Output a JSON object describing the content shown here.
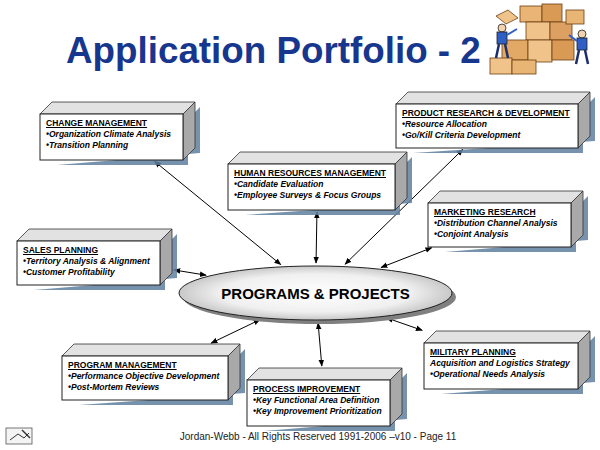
{
  "diagram": {
    "title": "Application Portfolio - 2",
    "nodes": [
      {
        "text": [
          "CHANGE MANAGEMENT",
          "•Organization Climate Analysis",
          "•Transition Planning"
        ]
      },
      {
        "text": [
          "PRODUCT RESEARCH & DEVELOPMENT",
          "•Resource Allocation",
          "•Go/Kill Criteria Development"
        ]
      },
      {
        "text": [
          "HUMAN RESOURCES MANAGEMENT",
          "•Candidate Evaluation",
          "•Employee Surveys & Focus Groups"
        ]
      },
      {
        "text": [
          "MARKETING RESEARCH",
          "•Distribution Channel Analysis",
          "•Conjoint Analysis"
        ]
      },
      {
        "text": [
          "SALES PLANNING",
          "•Territory Analysis & Alignment",
          "•Customer Profitability"
        ]
      },
      {
        "text": [
          "PROGRAMS & PROJECTS"
        ]
      },
      {
        "text": [
          "PROGRAM MANAGEMENT",
          "•Performance Objective Development",
          "•Post-Mortem Reviews"
        ]
      },
      {
        "text": [
          "MILITARY PLANNING",
          "Acquisition and Logistics Strategy",
          "•Operational Needs Analysis"
        ]
      },
      {
        "text": [
          "PROCESS IMPROVEMENT",
          "•Key Functional Area Definition",
          "•Key Improvement Prioritization"
        ]
      }
    ],
    "edges": [
      {
        "from": 5,
        "to": 0,
        "arrow": "both"
      },
      {
        "from": 5,
        "to": 1,
        "arrow": "both"
      },
      {
        "from": 5,
        "to": 2,
        "arrow": "both"
      },
      {
        "from": 5,
        "to": 3,
        "arrow": "both"
      },
      {
        "from": 5,
        "to": 4,
        "arrow": "both"
      },
      {
        "from": 5,
        "to": 6,
        "arrow": "both"
      },
      {
        "from": 5,
        "to": 7,
        "arrow": "both"
      },
      {
        "from": 5,
        "to": 8,
        "arrow": "both"
      }
    ],
    "labels": [
      "Jordan-Webb - All Rights Reserved 1991-2006 –v10 - Page 11"
    ]
  }
}
